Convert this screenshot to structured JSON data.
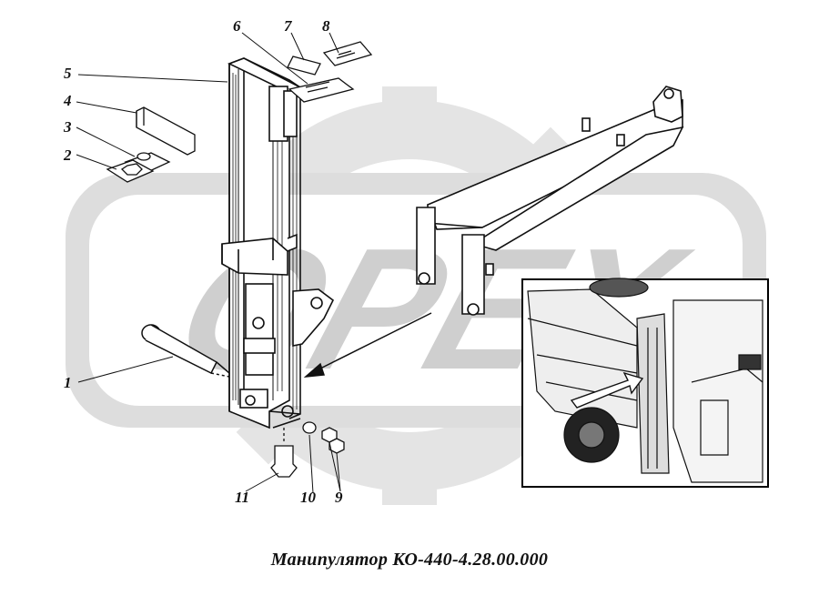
{
  "watermark": {
    "text": "OPEX",
    "color": "#d9d9d9"
  },
  "caption": "Манипулятор КО-440-4.28.00.000",
  "callouts": [
    {
      "id": "1",
      "label": "1"
    },
    {
      "id": "2",
      "label": "2"
    },
    {
      "id": "3",
      "label": "3"
    },
    {
      "id": "4",
      "label": "4"
    },
    {
      "id": "5",
      "label": "5"
    },
    {
      "id": "6",
      "label": "6"
    },
    {
      "id": "7",
      "label": "7"
    },
    {
      "id": "8",
      "label": "8"
    },
    {
      "id": "9",
      "label": "9"
    },
    {
      "id": "10",
      "label": "10"
    },
    {
      "id": "11",
      "label": "11"
    }
  ],
  "colors": {
    "ink": "#111111",
    "paper": "#ffffff",
    "inset_border": "#000000"
  }
}
